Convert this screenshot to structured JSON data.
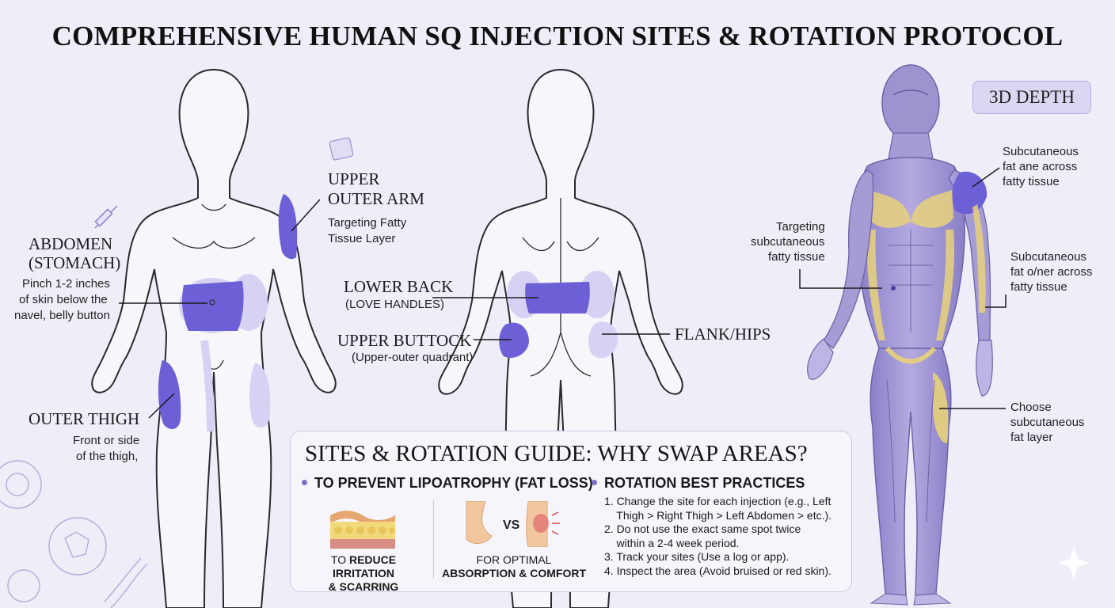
{
  "title": "COMPREHENSIVE HUMAN SQ INJECTION SITES & ROTATION PROTOCOL",
  "badge": "3D DEPTH",
  "front": {
    "abdomen_title_1": "ABDOMEN",
    "abdomen_title_2": "(STOMACH)",
    "abdomen_desc_1": "Pinch 1-2 inches",
    "abdomen_desc_2": "of skin below the",
    "abdomen_desc_3": "navel, belly button",
    "arm_title_1": "UPPER",
    "arm_title_2": "OUTER ARM",
    "arm_desc_1": "Targeting Fatty",
    "arm_desc_2": "Tissue Layer",
    "thigh_title": "OUTER THIGH",
    "thigh_desc_1": "Front or side",
    "thigh_desc_2": "of the thigh,"
  },
  "back": {
    "lower_back_title": "LOWER BACK",
    "lower_back_sub": "(LOVE HANDLES)",
    "buttock_title": "UPPER BUTTOCK",
    "buttock_sub": "(Upper-outer quadrant)",
    "flank_title": "FLANK/HIPS"
  },
  "model3d": {
    "note1_1": "Subcutaneous",
    "note1_2": "fat ane across",
    "note1_3": "fatty tissue",
    "note2_1": "Targeting",
    "note2_2": "subcutaneous",
    "note2_3": "fatty tissue",
    "note3_1": "Subcutaneous",
    "note3_2": "fat o/ner across",
    "note3_3": "fatty tissue",
    "note4_1": "Choose",
    "note4_2": "subcutaneous",
    "note4_3": "fat layer"
  },
  "guide": {
    "title": "SITES & ROTATION GUIDE: WHY SWAP AREAS?",
    "col1_head": "TO PREVENT LIPOATROPHY (FAT LOSS)",
    "col2_head": "ROTATION BEST PRACTICES",
    "vs": "VS",
    "cap1_pre": "TO ",
    "cap1_bold": "REDUCE IRRITATION",
    "cap1_line2": "& SCARRING",
    "cap2_line1": "FOR OPTIMAL",
    "cap2_line2": "ABSORPTION & COMFORT",
    "practices": [
      "1. Change the site for each injection (e.g., Left",
      "    Thigh > Right Thigh > Left Abdomen > etc.).",
      "2. Do not use the exact same spot twice",
      "    within a 2-4 week period.",
      "3. Track your sites (Use a log or app).",
      "4. Inspect the area (Avoid bruised or red skin)."
    ]
  },
  "colors": {
    "accent": "#6a5acd",
    "site_fill": "#6d5fd6",
    "site_soft": "#d7d2f3",
    "body_outline": "#2a2a2e",
    "muscle": "#a49ad6",
    "fat": "#e8d27a"
  }
}
